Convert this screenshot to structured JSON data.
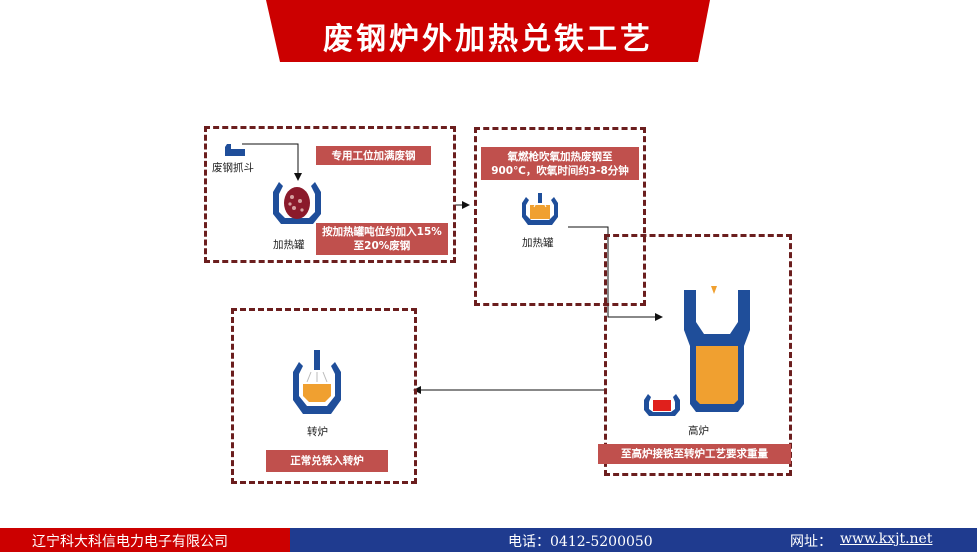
{
  "title": "废钢炉外加热兑铁工艺",
  "colors": {
    "title_red": "#cc0000",
    "label_red": "#c0504d",
    "box_border": "#6b1e1e",
    "footer_blue": "#1f3b8f",
    "vessel_blue": "#1f4e9a",
    "molten_orange": "#f0a030"
  },
  "step1": {
    "scrap_grab_caption": "废钢抓斗",
    "ladle_caption": "加热罐",
    "label_top": "专用工位加满废钢",
    "label_bottom": "按加热罐吨位约加入15%至20%废钢"
  },
  "step2": {
    "label": "氧燃枪吹氧加热废钢至900℃，吹氧时间约3-8分钟",
    "ladle_caption": "加热罐"
  },
  "step3": {
    "furnace_caption": "高炉",
    "label": "至高炉接铁至转炉工艺要求重量"
  },
  "step4": {
    "converter_caption": "转炉",
    "label": "正常兑铁入转炉"
  },
  "icons": [
    "scrap-grab-icon",
    "heating-ladle-icon",
    "oxy-lance-ladle-icon",
    "blast-furnace-icon",
    "converter-icon"
  ],
  "footer": {
    "company": "辽宁科大科信电力电子有限公司",
    "phone": "电话：0412-5200050",
    "website_label": "网址：",
    "website": "www.kxjt.net"
  }
}
